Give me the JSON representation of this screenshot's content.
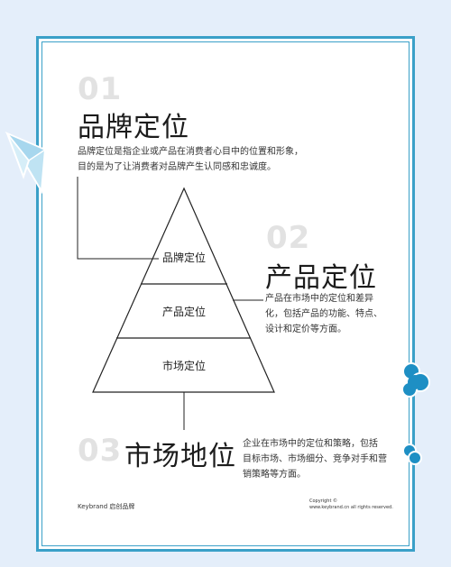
{
  "sections": [
    {
      "num": "01",
      "title": "品牌定位",
      "desc_lines": [
        "品牌定位是指企业或产品在消费者心目中的位置和形象，",
        "目的是为了让消费者对品牌产生认同感和忠诚度。"
      ]
    },
    {
      "num": "02",
      "title": "产品定位",
      "desc_lines": [
        "产品在市场中的定位和差异",
        "化，包括产品的功能、特点、",
        "设计和定价等方面。"
      ]
    },
    {
      "num": "03",
      "title": "市场地位",
      "desc_lines": [
        "企业在市场中的定位和策略，包括",
        "目标市场、市场细分、竞争对手和营",
        "销策略等方面。"
      ]
    }
  ],
  "pyramid": {
    "levels": [
      "品牌定位",
      "产品定位",
      "市场定位"
    ]
  },
  "footer": {
    "brand": "Keybrand 启创品牌",
    "copyright_line1": "Copyright ©",
    "copyright_line2": "www.keybrand.cn all rights reserved."
  },
  "colors": {
    "frame": "#3aa0c8",
    "background": "#e4eefa",
    "number": "#e2e2e2",
    "decor_plane": "#bfe3f3",
    "decor_cloud": "#1e8fc4"
  },
  "decorations": [
    "paper-plane-icon",
    "cloud-icon"
  ]
}
